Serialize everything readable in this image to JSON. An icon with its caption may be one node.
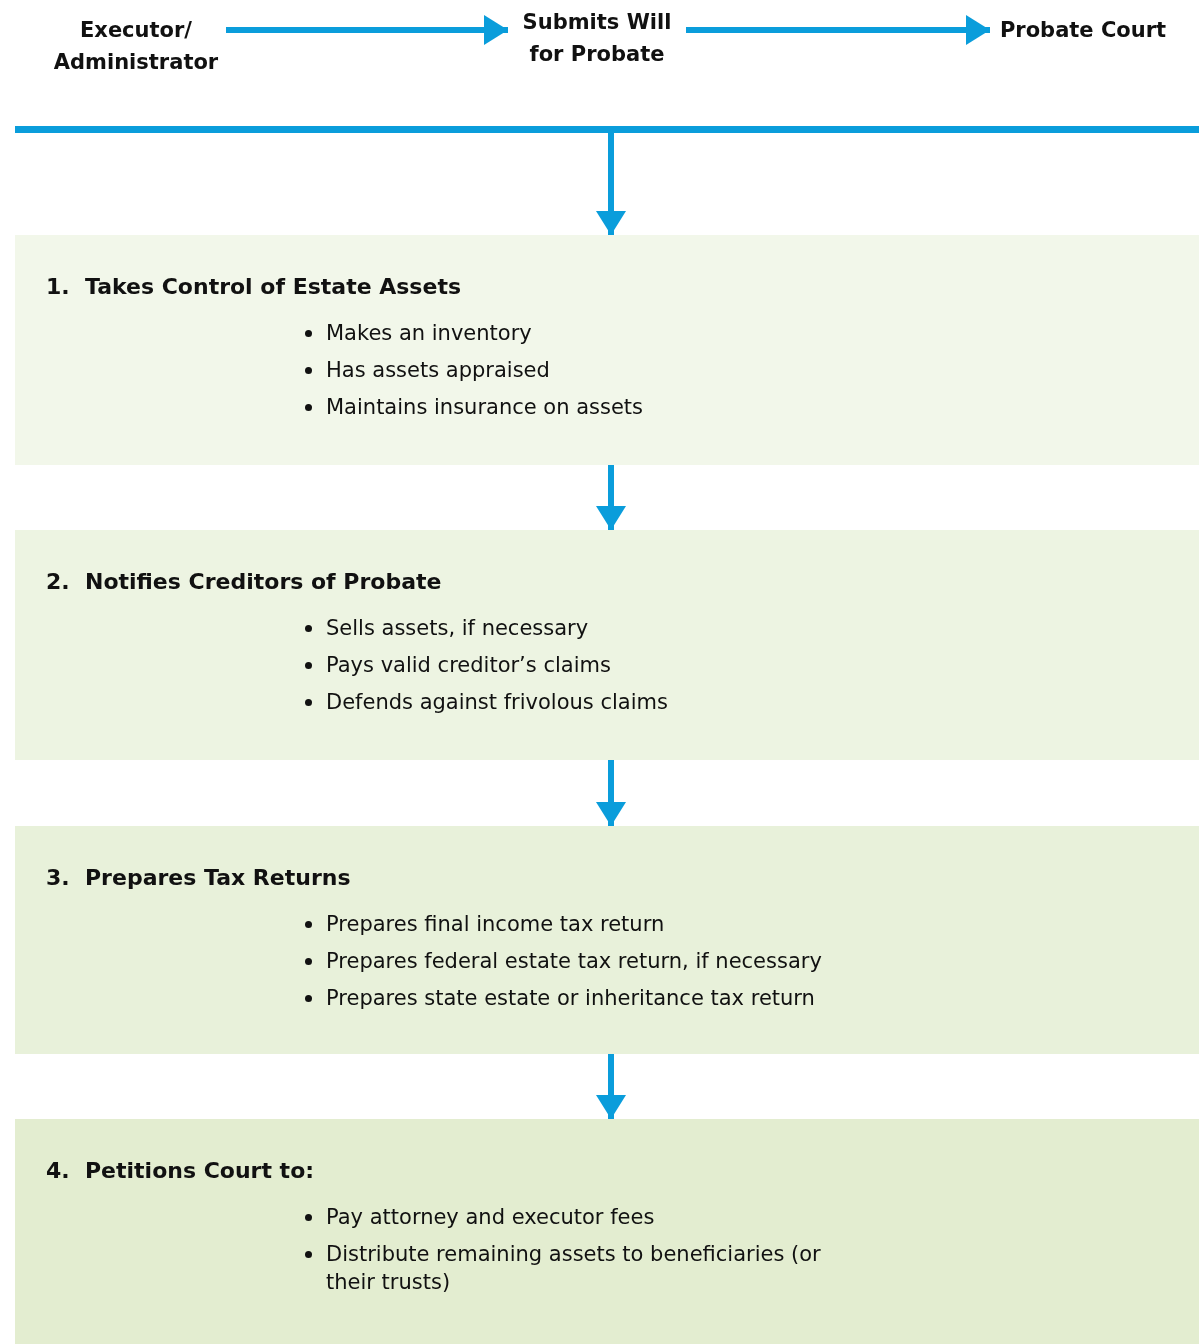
{
  "diagram": {
    "nodes": [
      {
        "text": [
          "Executor/ Administrator"
        ]
      },
      {
        "text": [
          "Submits Will for Probate"
        ]
      },
      {
        "text": [
          "Probate Court"
        ]
      },
      {
        "text": [],
        "shape": "bar"
      },
      {
        "text": [
          "1.  Takes Control of Estate Assets",
          "Makes an inventory",
          "Has assets appraised",
          "Maintains insurance on assets"
        ]
      },
      {
        "text": [
          "2.  Notifies Creditors of Probate",
          "Sells assets, if necessary",
          "Pays valid creditor’s claims",
          "Defends against frivolous claims"
        ]
      },
      {
        "text": [
          "3.  Prepares Tax Returns",
          "Prepares final income tax return",
          "Prepares federal estate tax return, if necessary",
          "Prepares state estate or inheritance tax return"
        ]
      },
      {
        "text": [
          "4.  Petitions Court to:",
          "Pay attorney and executor fees",
          "Distribute remaining assets to beneficiaries (or their trusts)"
        ]
      }
    ],
    "edges": [
      {
        "from": 0,
        "to": 1,
        "arrow": "to"
      },
      {
        "from": 1,
        "to": 2,
        "arrow": "to"
      },
      {
        "from": 3,
        "to": 4,
        "arrow": "to"
      },
      {
        "from": 4,
        "to": 5,
        "arrow": "to"
      },
      {
        "from": 5,
        "to": 6,
        "arrow": "to"
      },
      {
        "from": 6,
        "to": 7,
        "arrow": "to"
      }
    ]
  }
}
